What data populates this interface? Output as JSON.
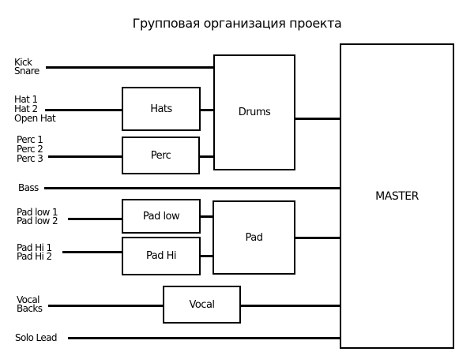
{
  "title": "Групповая организация проекта",
  "inputs": {
    "kick": "Kick",
    "snare": "Snare",
    "hat1": "Hat 1",
    "hat2": "Hat 2",
    "open_hat": "Open Hat",
    "perc1": "Perc 1",
    "perc2": "Perc 2",
    "perc3": "Perc 3",
    "bass": "Bass",
    "pad_low1": "Pad low 1",
    "pad_low2": "Pad low 2",
    "pad_hi1": "Pad Hi 1",
    "pad_hi2": "Pad Hi 2",
    "vocal": "Vocal",
    "backs": "Backs",
    "solo_lead": "Solo Lead"
  },
  "groups": {
    "hats": "Hats",
    "perc": "Perc",
    "drums": "Drums",
    "pad_low": "Pad low",
    "pad_hi": "Pad Hi",
    "pad": "Pad",
    "vocal": "Vocal",
    "master": "MASTER"
  }
}
